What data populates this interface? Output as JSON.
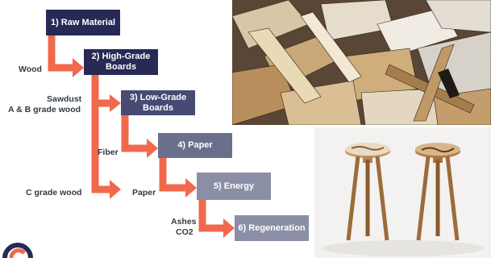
{
  "steps": [
    {
      "label": "1) Raw Material"
    },
    {
      "label": "2) High-Grade Boards"
    },
    {
      "label": "3) Low-Grade Boards"
    },
    {
      "label": "4) Paper"
    },
    {
      "label": "5) Energy"
    },
    {
      "label": "6) Regeneration"
    }
  ],
  "inputs": {
    "wood": "Wood",
    "sawdust": "Sawdust",
    "ab_grade": "A & B grade wood",
    "fiber": "Fiber",
    "c_grade": "C grade wood",
    "paper": "Paper",
    "ashes": "Ashes",
    "co2": "CO2"
  },
  "colors": {
    "dark_navy": "#262a55",
    "mid_blue": "#474b73",
    "slate": "#6a6f8c",
    "light_slate": "#8a8fa6",
    "arrow": "#f1694d"
  }
}
